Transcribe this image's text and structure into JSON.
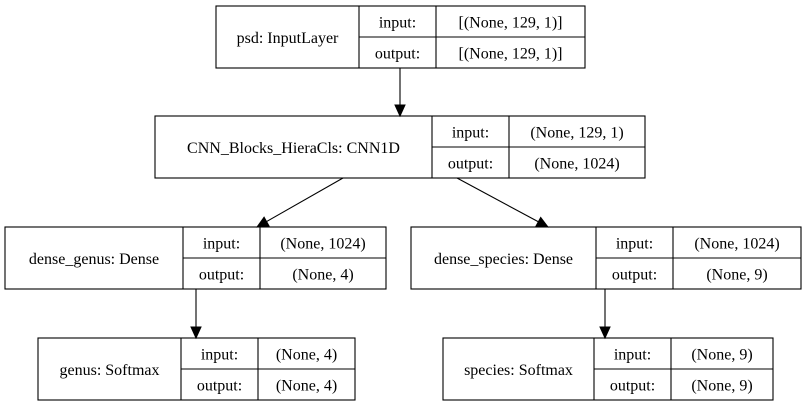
{
  "nodes": [
    {
      "id": "psd",
      "name": "psd: InputLayer",
      "input_label": "input:",
      "input_shape": "[(None, 129, 1)]",
      "output_label": "output:",
      "output_shape": "[(None, 129, 1)]"
    },
    {
      "id": "cnn",
      "name": "CNN_Blocks_HieraCls: CNN1D",
      "input_label": "input:",
      "input_shape": "(None, 129, 1)",
      "output_label": "output:",
      "output_shape": "(None, 1024)"
    },
    {
      "id": "dense_genus",
      "name": "dense_genus: Dense",
      "input_label": "input:",
      "input_shape": "(None, 1024)",
      "output_label": "output:",
      "output_shape": "(None, 4)"
    },
    {
      "id": "dense_species",
      "name": "dense_species: Dense",
      "input_label": "input:",
      "input_shape": "(None, 1024)",
      "output_label": "output:",
      "output_shape": "(None, 9)"
    },
    {
      "id": "genus",
      "name": "genus: Softmax",
      "input_label": "input:",
      "input_shape": "(None, 4)",
      "output_label": "output:",
      "output_shape": "(None, 4)"
    },
    {
      "id": "species",
      "name": "species: Softmax",
      "input_label": "input:",
      "input_shape": "(None, 9)",
      "output_label": "output:",
      "output_shape": "(None, 9)"
    }
  ],
  "edges": [
    {
      "from": "psd",
      "to": "cnn"
    },
    {
      "from": "cnn",
      "to": "dense_genus"
    },
    {
      "from": "cnn",
      "to": "dense_species"
    },
    {
      "from": "dense_genus",
      "to": "genus"
    },
    {
      "from": "dense_species",
      "to": "species"
    }
  ]
}
